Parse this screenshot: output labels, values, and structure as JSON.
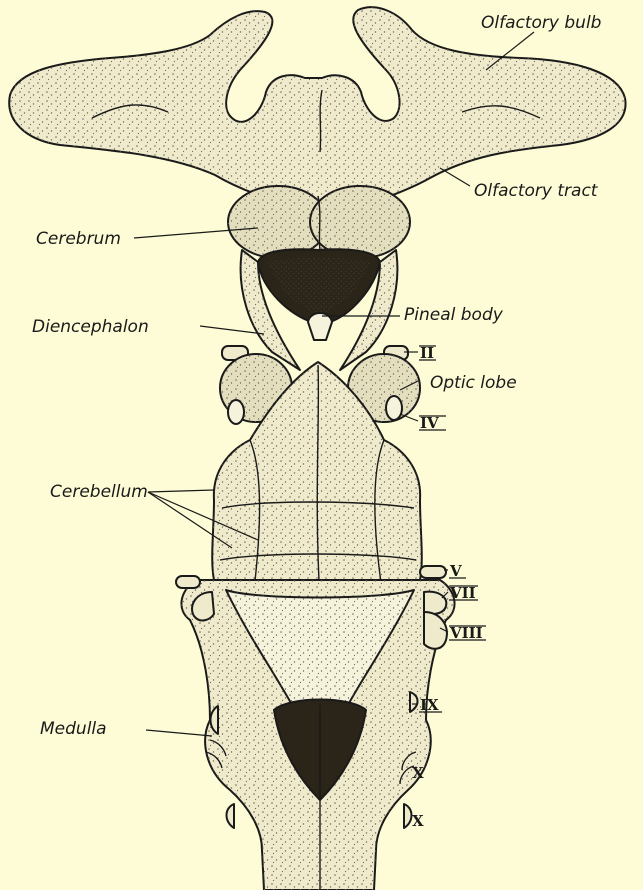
{
  "labels": {
    "olfactory_bulb": "Olfactory bulb",
    "olfactory_tract": "Olfactory tract",
    "cerebrum": "Cerebrum",
    "pineal_body": "Pineal body",
    "diencephalon": "Diencephalon",
    "optic_lobe": "Optic lobe",
    "cerebellum": "Cerebellum",
    "medulla": "Medulla"
  },
  "nerves": {
    "n2": "II",
    "n4": "IV",
    "n5": "V",
    "n7": "VII",
    "n8": "VIII",
    "n9": "IX",
    "n10a": "X",
    "n10b": "X"
  },
  "colors": {
    "background": "#fdfcd6",
    "tissue": "#eeeacb",
    "shade": "#8a8470",
    "dark": "#2b2418",
    "ink": "#1a1a1a"
  }
}
